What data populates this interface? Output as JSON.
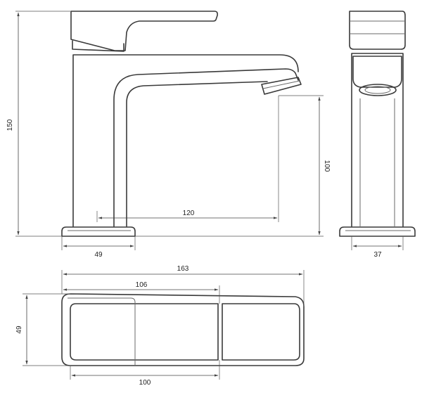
{
  "dimensions": {
    "total_height": "150",
    "spout_height": "100",
    "spout_reach": "120",
    "base_width_front": "49",
    "base_width_side": "37",
    "total_length": "163",
    "lever_length": "106",
    "top_width": "49",
    "top_base_length": "100"
  }
}
